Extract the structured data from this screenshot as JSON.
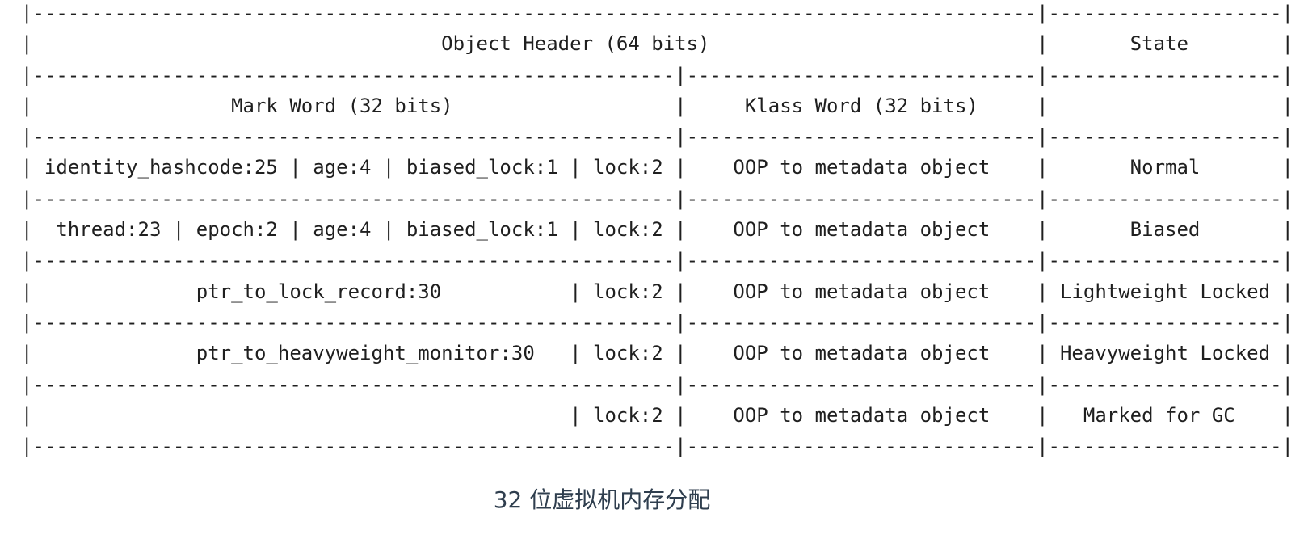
{
  "table": {
    "headers": {
      "object_header": "Object Header (64 bits)",
      "state": "State",
      "mark_word": "Mark Word (32 bits)",
      "klass_word": "Klass Word (32 bits)"
    },
    "rows": [
      {
        "mark_word": "identity_hashcode:25 | age:4 | biased_lock:1 | lock:2",
        "klass_word": "OOP to metadata object",
        "state": "Normal"
      },
      {
        "mark_word": "thread:23 | epoch:2 | age:4 | biased_lock:1 | lock:2",
        "klass_word": "OOP to metadata object",
        "state": "Biased"
      },
      {
        "mark_word": "ptr_to_lock_record:30 | lock:2",
        "klass_word": "OOP to metadata object",
        "state": "Lightweight Locked"
      },
      {
        "mark_word": "ptr_to_heavyweight_monitor:30 | lock:2",
        "klass_word": "OOP to metadata object",
        "state": "Heavyweight Locked"
      },
      {
        "mark_word": "lock:2",
        "klass_word": "OOP to metadata object",
        "state": "Marked for GC"
      }
    ]
  },
  "ascii_table": {
    "width": 109,
    "lines": [
      {
        "kind": "border",
        "pipes": [
          0,
          87,
          108
        ]
      },
      {
        "kind": "text",
        "pipes": [
          0,
          87,
          108
        ],
        "frags": [
          [
            36,
            "Object Header (64 bits)"
          ],
          [
            95,
            "State"
          ]
        ]
      },
      {
        "kind": "border",
        "pipes": [
          0,
          56,
          87,
          108
        ]
      },
      {
        "kind": "text",
        "pipes": [
          0,
          56,
          87,
          108
        ],
        "frags": [
          [
            18,
            "Mark Word (32 bits)"
          ],
          [
            62,
            "Klass Word (32 bits)"
          ]
        ]
      },
      {
        "kind": "border",
        "pipes": [
          0,
          56,
          87,
          108
        ]
      },
      {
        "kind": "text",
        "pipes": [
          0,
          56,
          87,
          108
        ],
        "frags": [
          [
            2,
            "identity_hashcode:25 | age:4 | biased_lock:1 | lock:2"
          ],
          [
            61,
            "OOP to metadata object"
          ],
          [
            95,
            "Normal"
          ]
        ]
      },
      {
        "kind": "border",
        "pipes": [
          0,
          56,
          87,
          108
        ]
      },
      {
        "kind": "text",
        "pipes": [
          0,
          56,
          87,
          108
        ],
        "frags": [
          [
            3,
            "thread:23 | epoch:2 | age:4 | biased_lock:1 | lock:2"
          ],
          [
            61,
            "OOP to metadata object"
          ],
          [
            95,
            "Biased"
          ]
        ]
      },
      {
        "kind": "border",
        "pipes": [
          0,
          56,
          87,
          108
        ]
      },
      {
        "kind": "text",
        "pipes": [
          0,
          56,
          87,
          108
        ],
        "frags": [
          [
            15,
            "ptr_to_lock_record:30"
          ],
          [
            47,
            "| lock:2"
          ],
          [
            61,
            "OOP to metadata object"
          ],
          [
            89,
            "Lightweight Locked"
          ]
        ]
      },
      {
        "kind": "border",
        "pipes": [
          0,
          56,
          87,
          108
        ]
      },
      {
        "kind": "text",
        "pipes": [
          0,
          56,
          87,
          108
        ],
        "frags": [
          [
            15,
            "ptr_to_heavyweight_monitor:30"
          ],
          [
            47,
            "| lock:2"
          ],
          [
            61,
            "OOP to metadata object"
          ],
          [
            89,
            "Heavyweight Locked"
          ]
        ]
      },
      {
        "kind": "border",
        "pipes": [
          0,
          56,
          87,
          108
        ]
      },
      {
        "kind": "text",
        "pipes": [
          0,
          56,
          87,
          108
        ],
        "frags": [
          [
            47,
            "| lock:2"
          ],
          [
            61,
            "OOP to metadata object"
          ],
          [
            91,
            "Marked for GC"
          ]
        ]
      },
      {
        "kind": "border",
        "pipes": [
          0,
          56,
          87,
          108
        ]
      }
    ]
  },
  "caption": {
    "text": "32 位虚拟机内存分配"
  },
  "colors": {
    "table_text": "#1f1f1f",
    "caption_text": "#2f3e4e",
    "background": "#ffffff"
  }
}
